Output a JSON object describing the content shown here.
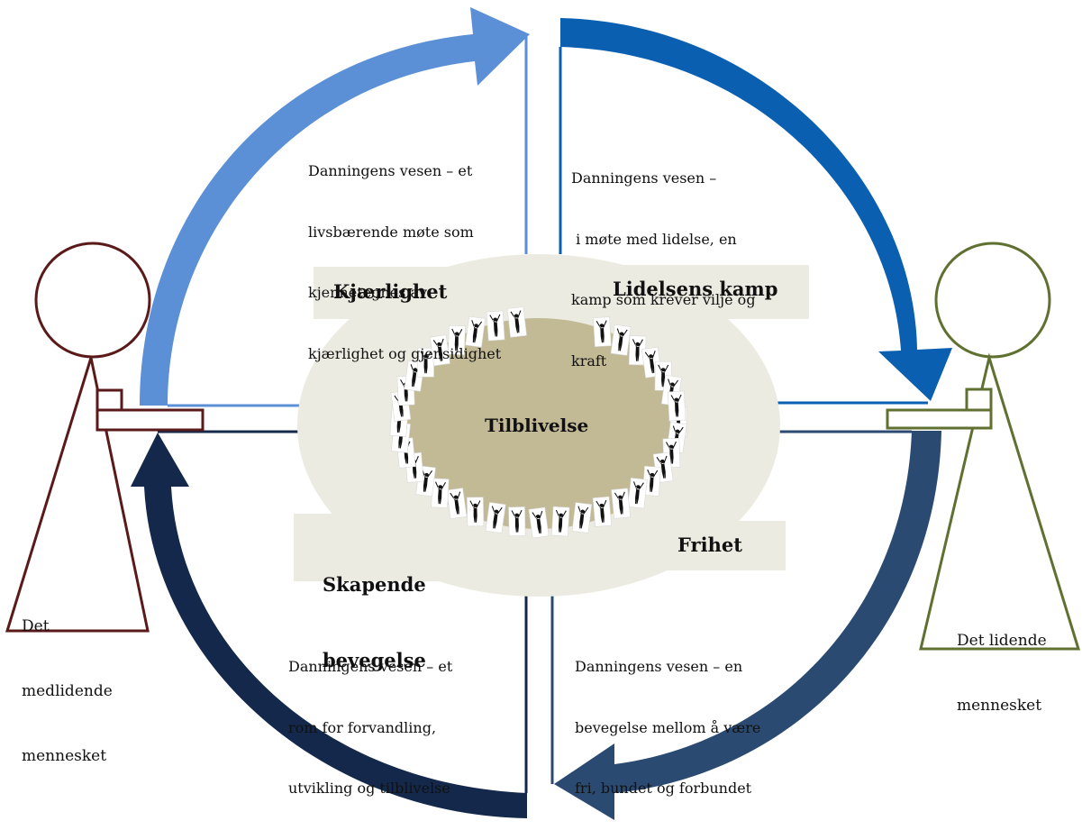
{
  "colors": {
    "arrow_top_left": "#5b8fd6",
    "arrow_top_right": "#0a5fb0",
    "arrow_bottom_left": "#13284a",
    "arrow_bottom_right": "#2b4a72",
    "center_light": "#ecebe2",
    "center_dark": "#c2b995",
    "left_person": "#5a1a1a",
    "right_person": "#5f7030"
  },
  "quadrants": {
    "top_left": {
      "lines": [
        "Danningens vesen – et",
        "livsbærende møte som",
        "kjennetegnes av",
        "kjærlighet og gjensidighet"
      ]
    },
    "top_right": {
      "lines": [
        "Danningens vesen –",
        " i møte med lidelse, en",
        "kamp som krever vilje og",
        "kraft"
      ]
    },
    "bottom_left": {
      "lines": [
        "Danningens vesen – et",
        "rom for forvandling,",
        "utvikling og tilblivelse"
      ]
    },
    "bottom_right": {
      "lines": [
        "Danningens vesen – en",
        "bevegelse mellom å være",
        "fri, bundet og forbundet"
      ]
    }
  },
  "center": {
    "title": "Tilblivelse",
    "labels": {
      "top_left": "Kjærlighet",
      "top_right": "Lidelsens kamp",
      "bottom_left_1": "Skapende",
      "bottom_left_2": "bevegelse",
      "bottom_right": "Frihet"
    },
    "figure_icon": "standing-person-arms-raised-icon"
  },
  "persons": {
    "left": {
      "lines": [
        "Det",
        "medlidende",
        "mennesket"
      ]
    },
    "right": {
      "lines": [
        "Det lidende",
        "mennesket"
      ]
    }
  }
}
